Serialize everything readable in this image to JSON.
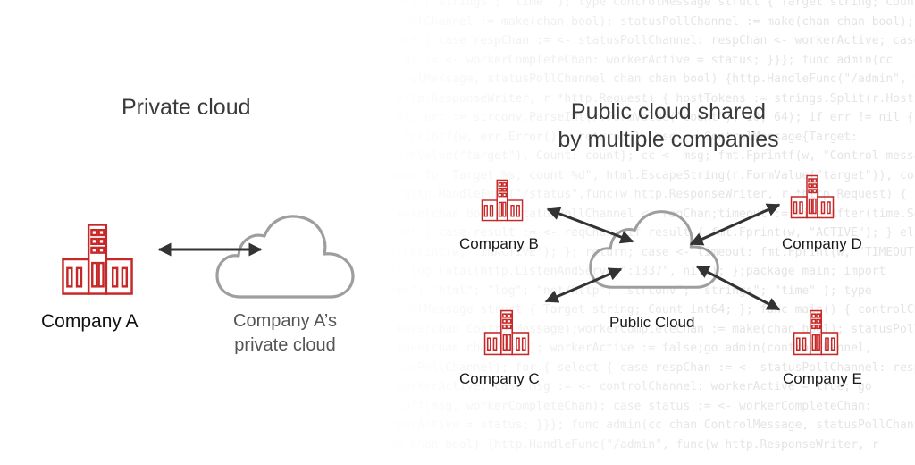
{
  "background_code": [
    "import (\"strings\"; \"time\" ); type ControlMessage struct { Target string; Count",
    "controlChannel := make(chan bool); statusPollChannel := make(chan chan bool); w",
    "select { case respChan := <- statusPollChannel: respChan <- workerActive; case",
    "status := <- workerCompleteChan: workerActive = status; }}}; func admin(cc",
    "ControlMessage, statusPollChannel chan chan bool) {http.HandleFunc(\"/admin\", func",
    "(w http.ResponseWriter, r *http.Request) { hostTokens := strings.Split(r.Host,",
    "count, err := strconv.ParseInt(r.FormValue(\"count\"), 10, 64); if err != nil {",
    "fmt.Fprintf(w, err.Error()); return; }; msg := ControlMessage{Target:",
    "r.FormValue(\"target\"), Count: count}; cc <- msg; fmt.Fprintf(w, \"Control message",
    "issued for Target %s, count %d\", html.EscapeString(r.FormValue(\"target\")), count);",
    "}); http.HandleFunc(\"/status\",func(w http.ResponseWriter, r *http.Request) { reqChan",
    ":= make(chan bool); statusPollChannel <- reqChan;timeout := time.After(time.Second);",
    "select { case result := <- reqChan: if result { fmt.Fprint(w, \"ACTIVE\"); } else {",
    "fmt.Fprint(w, \"INACTIVE\"); }; return; case <- timeout: fmt.Fprint(w, \"TIMEOUT\");",
    "}}); log.Fatal(http.ListenAndServe(\":1337\", nil)); };package main; import",
    "(\"fmt\"; \"html\"; \"log\"; \"net/http\"; \"strconv\"; \"strings\"; \"time\" ); type",
    "ControlMessage struct { Target string; Count int64; }; func main() { controlChannel",
    ":= make(chan ControlMessage);workerCompleteChan := make(chan bool); statusPollChannel",
    ":= make(chan chan bool); workerActive := false;go admin(controlChannel,",
    "statusPollChannel); for { select { case respChan := <- statusPollChannel: respChan",
    "<- workerActive; case msg := <- controlChannel: workerActive = true; go",
    "doStuff(msg, workerCompleteChan); case status := <- workerCompleteChan:",
    "workerActive = status; }}}; func admin(cc chan ControlMessage, statusPollChannel",
    "chan chan bool) {http.HandleFunc(\"/admin\", func(w http.ResponseWriter, r"
  ],
  "left": {
    "title": "Private cloud",
    "company_label": "Company A",
    "cloud_label_line1": "Company A’s",
    "cloud_label_line2": "private cloud"
  },
  "right": {
    "title_line1": "Public cloud shared",
    "title_line2": "by multiple companies",
    "cloud_label": "Public Cloud",
    "companies": {
      "b": "Company B",
      "c": "Company C",
      "d": "Company D",
      "e": "Company E"
    }
  },
  "colors": {
    "building": "#c62828",
    "cloud_stroke": "#9e9e9e",
    "arrow": "#333333",
    "text": "#333333"
  },
  "icons": {
    "building": "building-icon",
    "cloud": "cloud-icon",
    "arrow": "double-headed-arrow"
  }
}
